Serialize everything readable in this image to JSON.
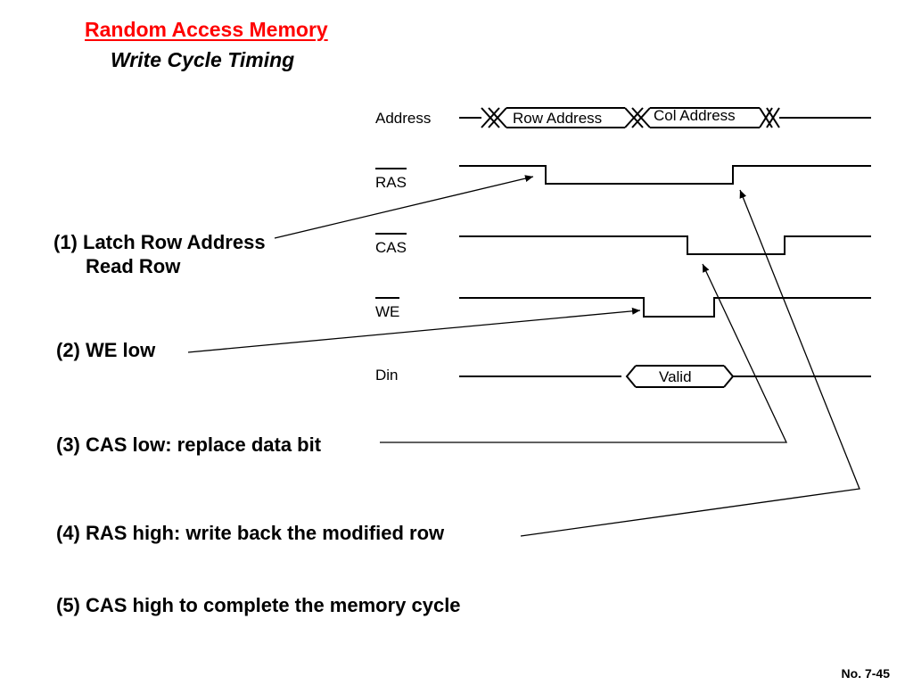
{
  "title": "Random Access Memory",
  "subtitle": "Write Cycle Timing",
  "signals": {
    "address": "Address",
    "ras": "RAS",
    "cas": "CAS",
    "we": "WE",
    "din": "Din"
  },
  "bus": {
    "row_address": "Row Address",
    "col_address": "Col Address",
    "valid": "Valid"
  },
  "steps": {
    "s1_line1": "(1) Latch Row Address",
    "s1_line2": "Read Row",
    "s2": "(2) WE low",
    "s3": "(3) CAS low: replace data bit",
    "s4": "(4) RAS high: write back the modified row",
    "s5": "(5) CAS high to complete the memory cycle"
  },
  "page_number": "No. 7-45"
}
